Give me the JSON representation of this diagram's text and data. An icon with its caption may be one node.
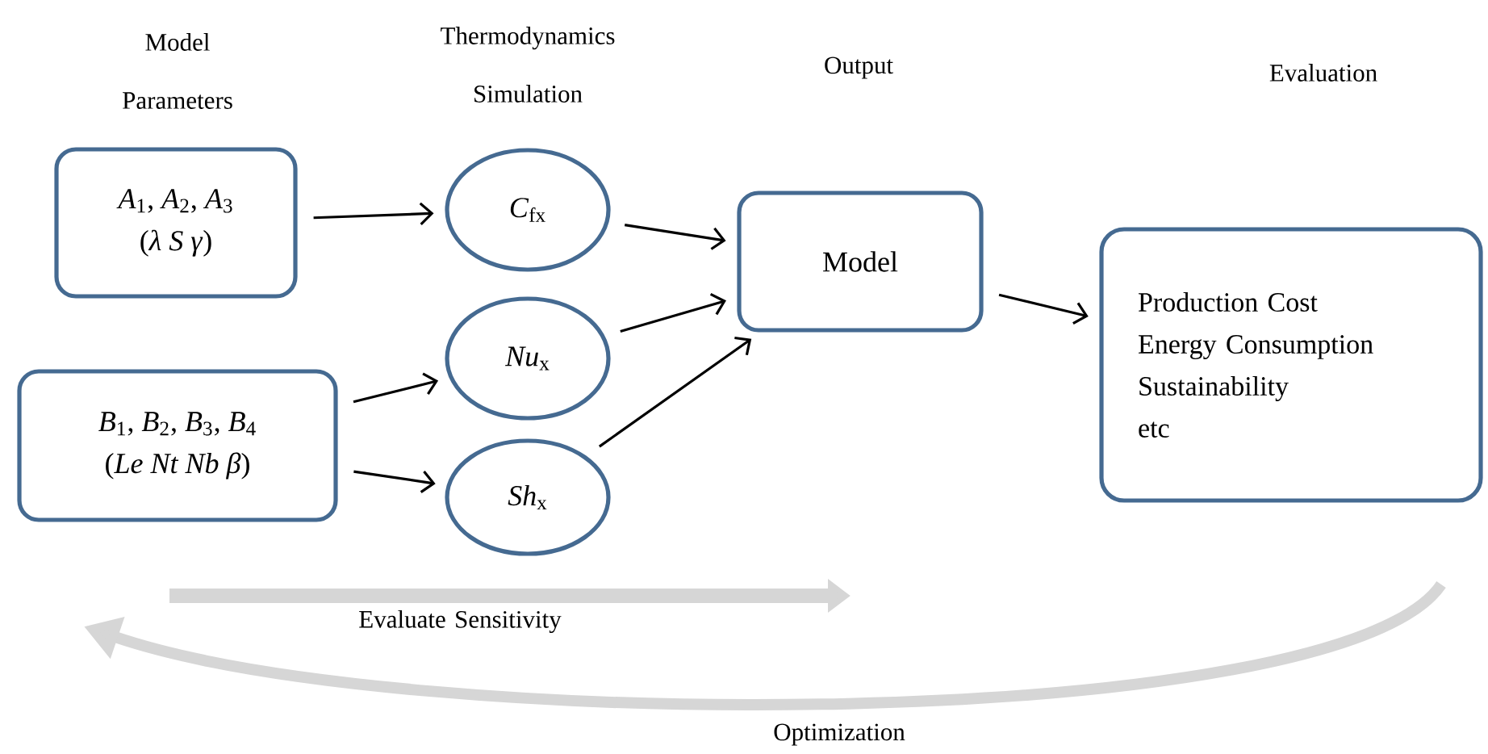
{
  "diagram": {
    "nodes": [
      {
        "text": [
          "*A*$_{1}$, *A*$_{2}$, *A*$_{3}$",
          "(*λ   S   γ*)"
        ]
      },
      {
        "text": [
          "*B*$_{1}$, *B*$_{2}$, *B*$_{3}$, *B*$_{4}$",
          "(*Le  Nt  Nb  β*)"
        ]
      },
      {
        "text": [
          "*C*$_{fx}$"
        ]
      },
      {
        "text": [
          "*Nu*$_{x}$"
        ]
      },
      {
        "text": [
          "*Sh*$_{x}$"
        ]
      },
      {
        "text": [
          "Model"
        ]
      },
      {
        "text": [
          "Production Cost",
          "Energy Consumption",
          "Sustainability",
          "etc"
        ]
      }
    ],
    "edges": [
      {
        "from": 0,
        "to": 2,
        "arrow": "to"
      },
      {
        "from": 1,
        "to": 3,
        "arrow": "to"
      },
      {
        "from": 1,
        "to": 4,
        "arrow": "to"
      },
      {
        "from": 2,
        "to": 5,
        "arrow": "to"
      },
      {
        "from": 3,
        "to": 5,
        "arrow": "to"
      },
      {
        "from": 4,
        "to": 5,
        "arrow": "to"
      },
      {
        "from": 5,
        "to": 6,
        "arrow": "to"
      }
    ],
    "labels": [
      "Model Parameters",
      "Thermodynamics Simulation",
      "Output",
      "Evaluation",
      "Evaluate Sensitivity",
      "Optimization"
    ]
  }
}
